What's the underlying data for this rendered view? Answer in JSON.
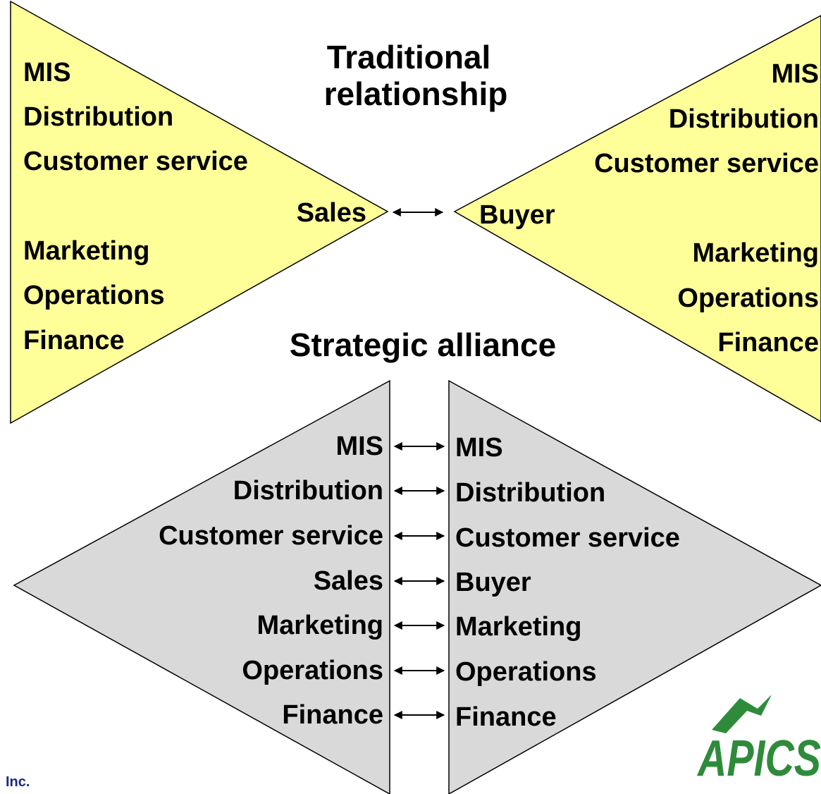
{
  "colors": {
    "traditional_fill": "#ffff99",
    "alliance_fill": "#d9d9d9",
    "outline": "#000000",
    "logo": "#2e8b3a",
    "footer_text": "#1a2a80"
  },
  "traditional": {
    "title_line1": "Traditional",
    "title_line2": "relationship",
    "supplier": {
      "mis": "MIS",
      "distribution": "Distribution",
      "customer_service": "Customer service",
      "sales": "Sales",
      "marketing": "Marketing",
      "operations": "Operations",
      "finance": "Finance"
    },
    "customer": {
      "mis": "MIS",
      "distribution": "Distribution",
      "customer_service": "Customer service",
      "buyer": "Buyer",
      "marketing": "Marketing",
      "operations": "Operations",
      "finance": "Finance"
    }
  },
  "alliance": {
    "title": "Strategic alliance",
    "supplier": [
      "MIS",
      "Distribution",
      "Customer service",
      "Sales",
      "Marketing",
      "Operations",
      "Finance"
    ],
    "customer": [
      "MIS",
      "Distribution",
      "Customer service",
      "Buyer",
      "Marketing",
      "Operations",
      "Finance"
    ]
  },
  "footer": {
    "inc": "Inc.",
    "logo": "APICS"
  }
}
